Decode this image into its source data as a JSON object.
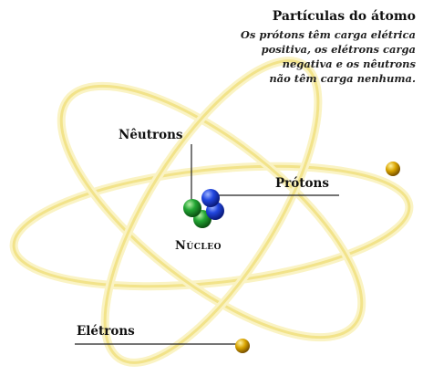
{
  "header": {
    "title": "Partículas do átomo",
    "description_lines": [
      "Os prótons têm carga elétrica",
      "positiva, os elétrons carga",
      "negativa e os nêutrons",
      "não têm carga nenhuma."
    ]
  },
  "labels": {
    "neutrons": "Nêutrons",
    "protons": "Prótons",
    "nucleus": "Núcleo",
    "electrons": "Elétrons"
  },
  "colors": {
    "orbit": "#f2e38a",
    "orbit_light": "#faf3c4",
    "electron": "#d9a400",
    "proton": "#1b3fd6",
    "neutron": "#22a532"
  }
}
